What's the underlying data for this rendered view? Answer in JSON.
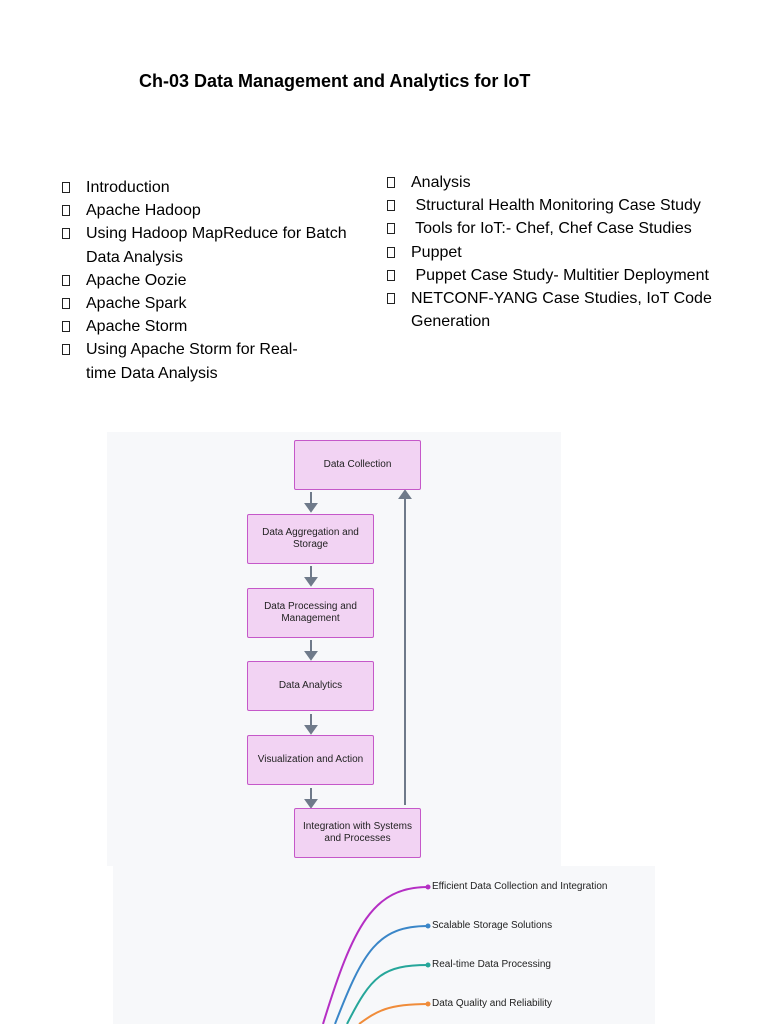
{
  "title": "Ch-03 Data Management and Analytics for IoT",
  "topics": {
    "left": [
      {
        "label": "Introduction"
      },
      {
        "label": "Apache Hadoop"
      },
      {
        "label": "Using Hadoop MapReduce for Batch Data Analysis"
      },
      {
        "label": "Apache Oozie"
      },
      {
        "label": "Apache Spark"
      },
      {
        "label": "Apache Storm"
      },
      {
        "label": "Using Apache Storm for Real-time Data Analysis"
      }
    ],
    "right": [
      {
        "label": "Analysis"
      },
      {
        "label": " Structural Health Monitoring Case Study"
      },
      {
        "label": " Tools for IoT:- Chef, Chef Case Studies"
      },
      {
        "label": "Puppet"
      },
      {
        "label": " Puppet Case Study- Multitier Deployment"
      },
      {
        "label": "NETCONF-YANG Case Studies, IoT Code Generation"
      }
    ]
  },
  "flowchart": {
    "steps": [
      {
        "label": "Data Collection"
      },
      {
        "label": "Data Aggregation and Storage"
      },
      {
        "label": "Data Processing and Management"
      },
      {
        "label": "Data Analytics"
      },
      {
        "label": "Visualization and Action"
      },
      {
        "label": "Integration with Systems and Processes"
      }
    ],
    "colors": {
      "box_fill": "#f2d3f3",
      "box_border": "#c558c9",
      "arrow": "#6f7a8a"
    }
  },
  "mindmap": {
    "branches": [
      {
        "label": "Efficient Data Collection and Integration",
        "color": "#b52fc4"
      },
      {
        "label": "Scalable Storage Solutions",
        "color": "#3a86c8"
      },
      {
        "label": "Real-time Data Processing",
        "color": "#26a69a"
      },
      {
        "label": "Data Quality and Reliability",
        "color": "#f08c3a"
      }
    ]
  }
}
